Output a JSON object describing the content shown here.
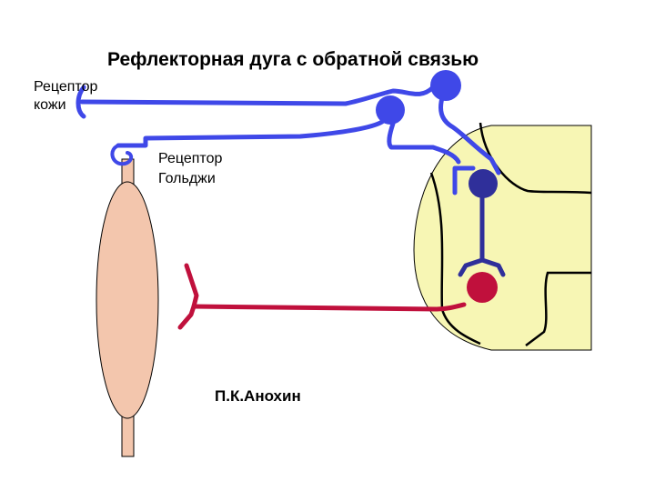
{
  "title": "Рефлекторная дуга с обратной связью",
  "labels": {
    "skin_receptor": [
      "Рецептор",
      "кожи"
    ],
    "golgi_receptor": [
      "Рецептор",
      "Гольджи"
    ],
    "author": "П.К.Анохин"
  },
  "colors": {
    "sensory": "#3f48e8",
    "interneuron": "#2f2f9a",
    "motor": "#c0103c",
    "muscle": "#f3c6ad",
    "spinal_cord": "#f7f6b4"
  }
}
